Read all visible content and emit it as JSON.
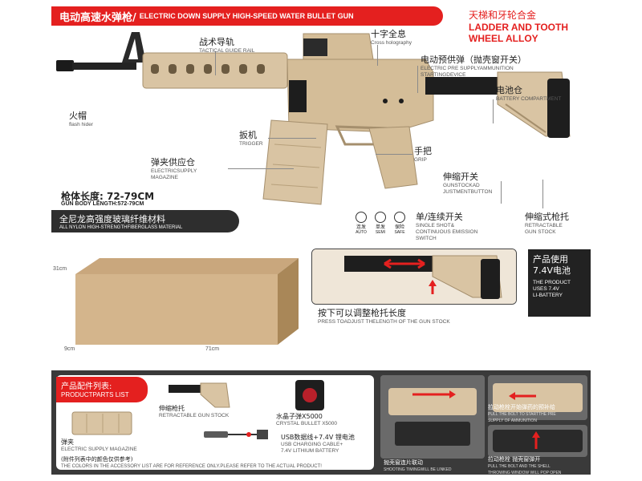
{
  "header": {
    "title_cn": "电动高速水弹枪/",
    "title_en": "ELECTRIC DOWN SUPPLY HIGH-SPEED WATER BULLET GUN"
  },
  "alloy": {
    "cn": "天梯和牙轮合金",
    "en1": "LADDER AND TOOTH",
    "en2": "WHEEL ALLOY"
  },
  "labels": {
    "rail": {
      "cn": "战术导轨",
      "en": "TACTICAL GUIDE RAIL"
    },
    "holo": {
      "cn": "十字全息",
      "en": "Cross holography"
    },
    "start": {
      "cn": "电动预供弹（抛壳窗开关）",
      "en1": "ELECTRIC PRE SUPPLYAMMUNITION",
      "en2": "STARTINGDEVICE"
    },
    "battery": {
      "cn": "电池仓",
      "en": "BATTERY COMPARTMENT"
    },
    "flash": {
      "cn": "火帽",
      "en": "flash hider"
    },
    "trigger": {
      "cn": "扳机",
      "en": "TRIGGER"
    },
    "grip": {
      "cn": "手把",
      "en": "GRIP"
    },
    "magazine": {
      "cn": "弹夹供应仓",
      "en1": "ELECTRICSUPPLY",
      "en2": "MAGAZINE"
    },
    "stockbtn": {
      "cn": "伸缩开关",
      "en1": "GUNSTOCKAD",
      "en2": "JUSTMENTBUTTON"
    },
    "mode": {
      "cn": "单/连续开关",
      "en1": "SINGLE SHOT&",
      "en2": "CONTINUOUS EMISSION",
      "en3": "SWITCH"
    },
    "stock": {
      "cn": "伸缩式枪托",
      "en1": "RETRACTABLE",
      "en2": "GUN STOCK"
    }
  },
  "modes": [
    {
      "cn": "连发",
      "en": "AUTO"
    },
    {
      "cn": "单发",
      "en": "SEMI"
    },
    {
      "cn": "保险",
      "en": "SAFE"
    }
  ],
  "length": {
    "cn": "枪体长度: 72-79CM",
    "en": "GUN BODY LENGTH:572-79CM"
  },
  "nylon": {
    "cn": "全尼龙高强度玻璃纤维材料",
    "en": "ALL NYLON HIGH-STRENGTHFIBERGLASS MATERIAL"
  },
  "box": {
    "height": "31cm",
    "depth": "9cm",
    "width": "71cm"
  },
  "stock_adjust": {
    "cn": "按下可以调整枪托长度",
    "en": "PRESS TOADJUST THELENGTH OF THE GUN STOCK"
  },
  "battery_panel": {
    "cn1": "产品使用",
    "cn2": "7.4V电池",
    "en1": "THE PRODUCT",
    "en2": "USES 7.4V",
    "en3": "LI-BATTERY"
  },
  "parts": {
    "title_cn": "产品配件列表:",
    "title_en": "PRODUCTPARTS LIST",
    "items": [
      {
        "cn": "伸缩枪托",
        "en": "RETRACTABLE GUN STOCK"
      },
      {
        "cn": "水晶子弹X5000",
        "en": "CRYSTAL BULLET X5000"
      },
      {
        "cn": "弹夹",
        "en": "ELECTRIC SUPPLY MAGAZINE"
      },
      {
        "cn": "USB数据线+7.4V 锂电池",
        "en1": "USB CHARGING CABLE+",
        "en2": "7.4V LITHIUM BATTERY"
      }
    ],
    "note_cn": "(附件列表中的颜色仅供参考)",
    "note_en": "THE COLORS IN THE ACCESSORY LIST ARE FOR REFERENCE ONLY.PLEASE REFER TO THE ACTUAL PRODUCT!"
  },
  "photos": {
    "p1": {
      "cn": "抛壳窗连片联动",
      "en": "SHOOTING TIMINGWILL BE LINKED"
    },
    "p2": {
      "cn": "拉动枪栓开始弹药的预补给",
      "en1": "PULL THE BOLT TO STARTTHE PRE",
      "en2": "SUPPLY OF AMMUNITION"
    },
    "p3": {
      "cn": "拉动枪栓 抛壳窗弹开",
      "en1": "PULL THE BOLT AND THE SHELL",
      "en2": "THROWING WINDOW WILL POP OPEN"
    }
  },
  "colors": {
    "accent": "#e4201f",
    "tan": "#d9c4a3",
    "dark": "#2e2e2e"
  }
}
